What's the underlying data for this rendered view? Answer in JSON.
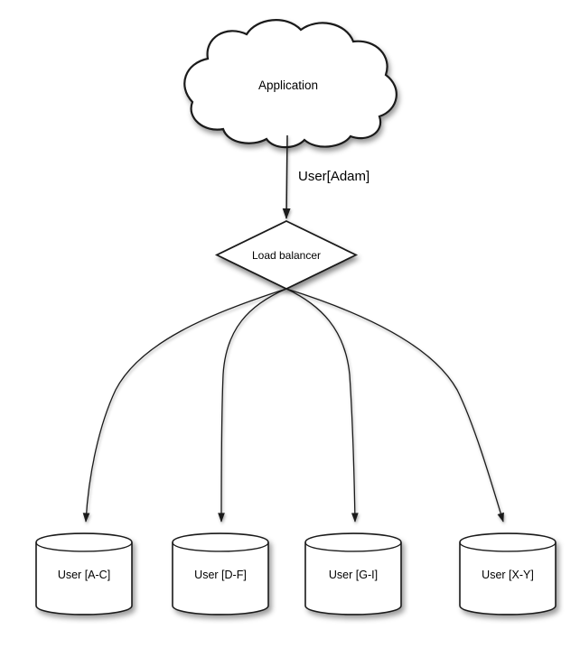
{
  "diagram": {
    "background": "#ffffff",
    "stroke_color": "#1a1a1a",
    "node_fill": "#ffffff",
    "text_color": "#000000",
    "nodes": {
      "application": {
        "label": "Application",
        "shape": "cloud"
      },
      "load_balancer": {
        "label": "Load balancer",
        "shape": "diamond"
      },
      "shards": [
        {
          "label": "User [A-C]",
          "shape": "cylinder"
        },
        {
          "label": "User [D-F]",
          "shape": "cylinder"
        },
        {
          "label": "User [G-I]",
          "shape": "cylinder"
        },
        {
          "label": "User [X-Y]",
          "shape": "cylinder"
        }
      ]
    },
    "edges": [
      {
        "from": "Application",
        "to": "Load balancer",
        "label": "User[Adam]"
      },
      {
        "from": "Load balancer",
        "to": "User [A-C]"
      },
      {
        "from": "Load balancer",
        "to": "User [D-F]"
      },
      {
        "from": "Load balancer",
        "to": "User [G-I]"
      },
      {
        "from": "Load balancer",
        "to": "User [X-Y]"
      }
    ]
  }
}
